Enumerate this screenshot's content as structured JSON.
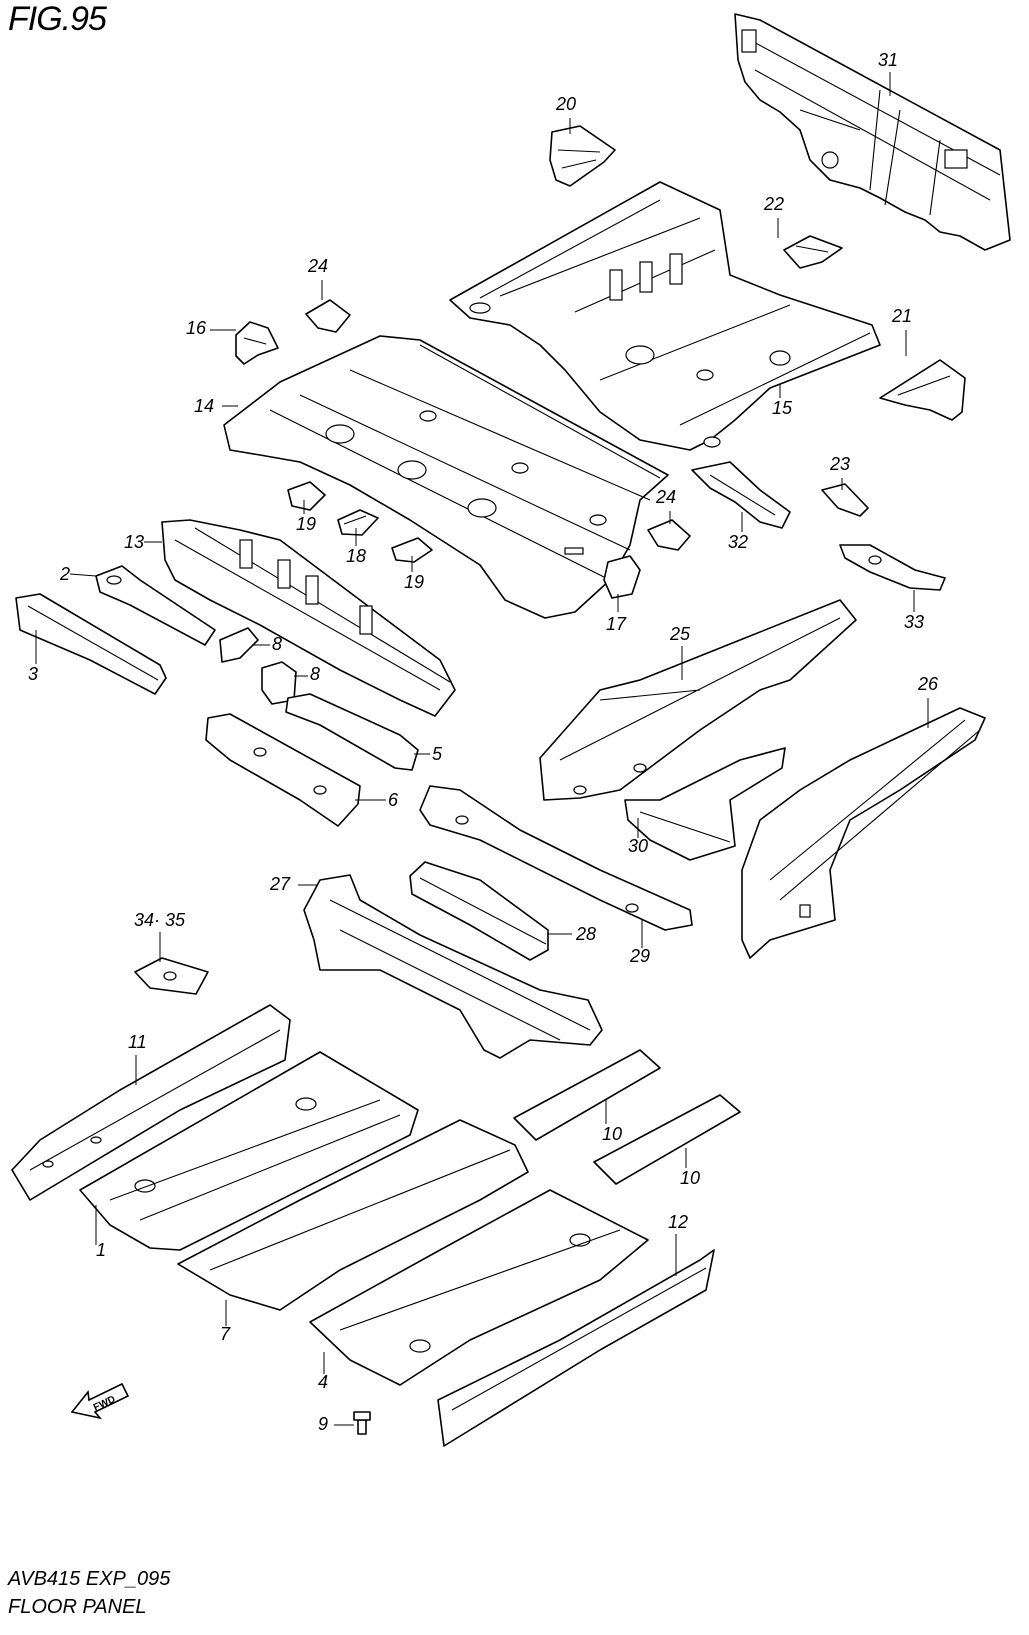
{
  "figure": {
    "title": "FIG.95"
  },
  "footer": {
    "code": "AVB415 EXP_095",
    "name": "FLOOR PANEL"
  },
  "fwd_badge": {
    "text": "FWD"
  },
  "parts": [
    {
      "key": "p1",
      "label": "1"
    },
    {
      "key": "p2",
      "label": "2"
    },
    {
      "key": "p3",
      "label": "3"
    },
    {
      "key": "p4",
      "label": "4"
    },
    {
      "key": "p5",
      "label": "5"
    },
    {
      "key": "p6",
      "label": "6"
    },
    {
      "key": "p7",
      "label": "7"
    },
    {
      "key": "p8a",
      "label": "8"
    },
    {
      "key": "p8b",
      "label": "8"
    },
    {
      "key": "p9",
      "label": "9"
    },
    {
      "key": "p10a",
      "label": "10"
    },
    {
      "key": "p10b",
      "label": "10"
    },
    {
      "key": "p11",
      "label": "11"
    },
    {
      "key": "p12",
      "label": "12"
    },
    {
      "key": "p13",
      "label": "13"
    },
    {
      "key": "p14",
      "label": "14"
    },
    {
      "key": "p15",
      "label": "15"
    },
    {
      "key": "p16",
      "label": "16"
    },
    {
      "key": "p17",
      "label": "17"
    },
    {
      "key": "p18",
      "label": "18"
    },
    {
      "key": "p19a",
      "label": "19"
    },
    {
      "key": "p19b",
      "label": "19"
    },
    {
      "key": "p20",
      "label": "20"
    },
    {
      "key": "p21",
      "label": "21"
    },
    {
      "key": "p22",
      "label": "22"
    },
    {
      "key": "p23",
      "label": "23"
    },
    {
      "key": "p24a",
      "label": "24"
    },
    {
      "key": "p24b",
      "label": "24"
    },
    {
      "key": "p25",
      "label": "25"
    },
    {
      "key": "p26",
      "label": "26"
    },
    {
      "key": "p27",
      "label": "27"
    },
    {
      "key": "p28",
      "label": "28"
    },
    {
      "key": "p29",
      "label": "29"
    },
    {
      "key": "p30",
      "label": "30"
    },
    {
      "key": "p31",
      "label": "31"
    },
    {
      "key": "p32",
      "label": "32"
    },
    {
      "key": "p33",
      "label": "33"
    },
    {
      "key": "p34_35",
      "label": "34· 35"
    }
  ]
}
